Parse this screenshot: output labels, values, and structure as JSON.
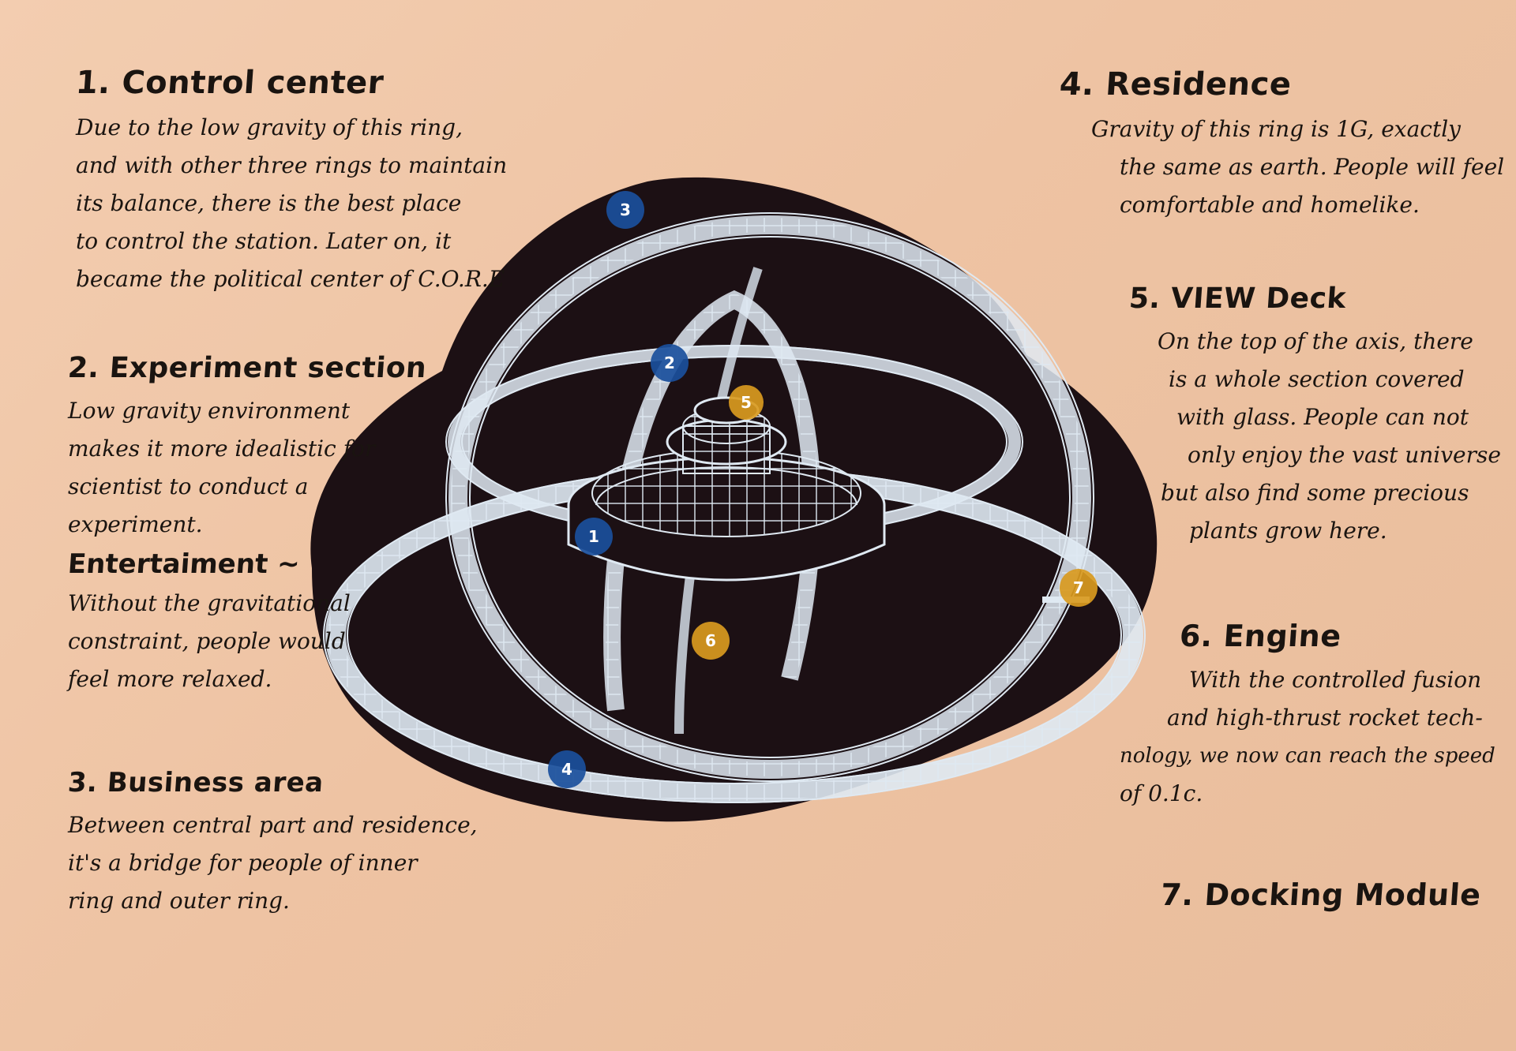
{
  "sections": {
    "control_center": {
      "title": "1. Control center",
      "lines": [
        "Due to the low gravity of this ring,",
        "and with other three rings to maintain",
        "its balance, there is the best place",
        "to control the station. Later on, it",
        "became the political center of C.O.R.E"
      ]
    },
    "experiment": {
      "title": "2. Experiment section",
      "lines": [
        "Low gravity environment",
        "makes it more idealistic for",
        "scientist to conduct a",
        "experiment."
      ]
    },
    "entertainment": {
      "title": "Entertaiment ~",
      "lines": [
        "Without the gravitational",
        "constraint, people would",
        "feel more relaxed."
      ]
    },
    "business": {
      "title": "3. Business area",
      "lines": [
        "Between central part and residence,",
        "it's a bridge for people of inner",
        "ring and outer ring."
      ]
    },
    "residence": {
      "title": "4. Residence",
      "lines": [
        "Gravity of this ring is 1G, exactly",
        "the same as earth. People will feel",
        "comfortable and homelike."
      ]
    },
    "view_deck": {
      "title": "5. VIEW Deck",
      "lines": [
        "On the top of the axis, there",
        "is a whole section covered",
        "with glass. People can not",
        "only enjoy the vast universe",
        "but also find some precious",
        "plants grow here."
      ]
    },
    "engine": {
      "title": "6. Engine",
      "lines": [
        "With the controlled fusion",
        "and high-thrust rocket tech-",
        "nology, we now can reach the speed",
        "of 0.1c."
      ]
    },
    "docking": {
      "title": "7. Docking Module"
    }
  },
  "markers": [
    {
      "label": "1",
      "color": "#1a4f9c"
    },
    {
      "label": "2",
      "color": "#1a4f9c"
    },
    {
      "label": "3",
      "color": "#1a4f9c"
    },
    {
      "label": "4",
      "color": "#1a4f9c"
    },
    {
      "label": "5",
      "color": "#d99a1f"
    },
    {
      "label": "6",
      "color": "#d99a1f"
    },
    {
      "label": "7",
      "color": "#d99a1f"
    }
  ],
  "colors": {
    "paper": "#efc6a7",
    "ink": "#1a1410",
    "station_background": "#1c1014",
    "wireframe": "#dfe9f2",
    "marker_blue": "#1a4f9c",
    "marker_yellow": "#d99a1f"
  }
}
